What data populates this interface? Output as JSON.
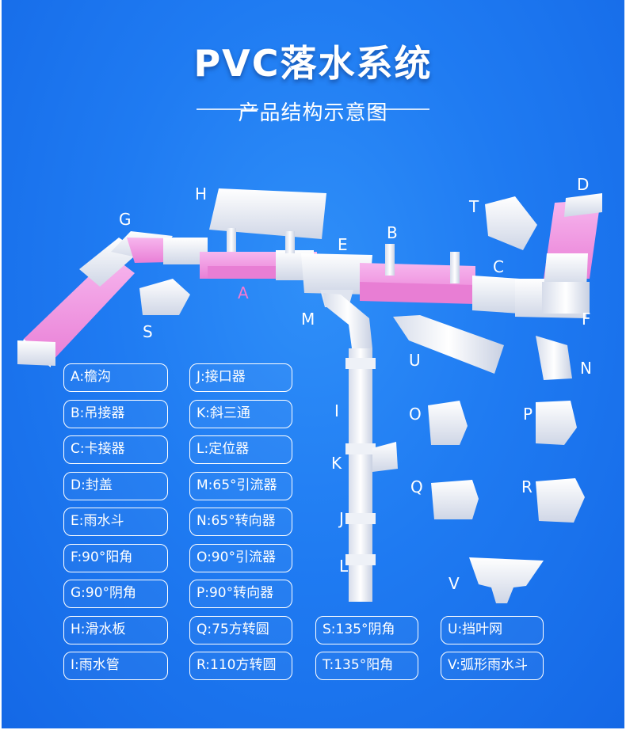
{
  "title": "PVC落水系统",
  "subtitle": "产品结构示意图",
  "part_letters": [
    "A",
    "B",
    "C",
    "D",
    "E",
    "F",
    "G",
    "H",
    "I",
    "J",
    "K",
    "L",
    "M",
    "N",
    "O",
    "P",
    "Q",
    "R",
    "S",
    "T",
    "U",
    "V"
  ],
  "legend": [
    {
      "code": "A",
      "text": "A:檐沟"
    },
    {
      "code": "B",
      "text": "B:吊接器"
    },
    {
      "code": "C",
      "text": "C:卡接器"
    },
    {
      "code": "D",
      "text": "D:封盖"
    },
    {
      "code": "E",
      "text": "E:雨水斗"
    },
    {
      "code": "F",
      "text": "F:90°阳角"
    },
    {
      "code": "G",
      "text": "G:90°阴角"
    },
    {
      "code": "H",
      "text": "H:滑水板"
    },
    {
      "code": "I",
      "text": "I:雨水管"
    },
    {
      "code": "J",
      "text": "J:接口器"
    },
    {
      "code": "K",
      "text": "K:斜三通"
    },
    {
      "code": "L",
      "text": "L:定位器"
    },
    {
      "code": "M",
      "text": "M:65°引流器"
    },
    {
      "code": "N",
      "text": "N:65°转向器"
    },
    {
      "code": "O",
      "text": "O:90°引流器"
    },
    {
      "code": "P",
      "text": "P:90°转向器"
    },
    {
      "code": "Q",
      "text": "Q:75方转圆"
    },
    {
      "code": "R",
      "text": "R:110方转圆"
    },
    {
      "code": "S",
      "text": "S:135°阴角"
    },
    {
      "code": "T",
      "text": "T:135°阳角"
    },
    {
      "code": "U",
      "text": "U:挡叶网"
    },
    {
      "code": "V",
      "text": "V:弧形雨水斗"
    }
  ],
  "colors": {
    "background": "#1f7bf2",
    "gutter_pink": "#f49ae4",
    "part_white": "#f4f6fa",
    "label_a": "#f47ad2"
  }
}
